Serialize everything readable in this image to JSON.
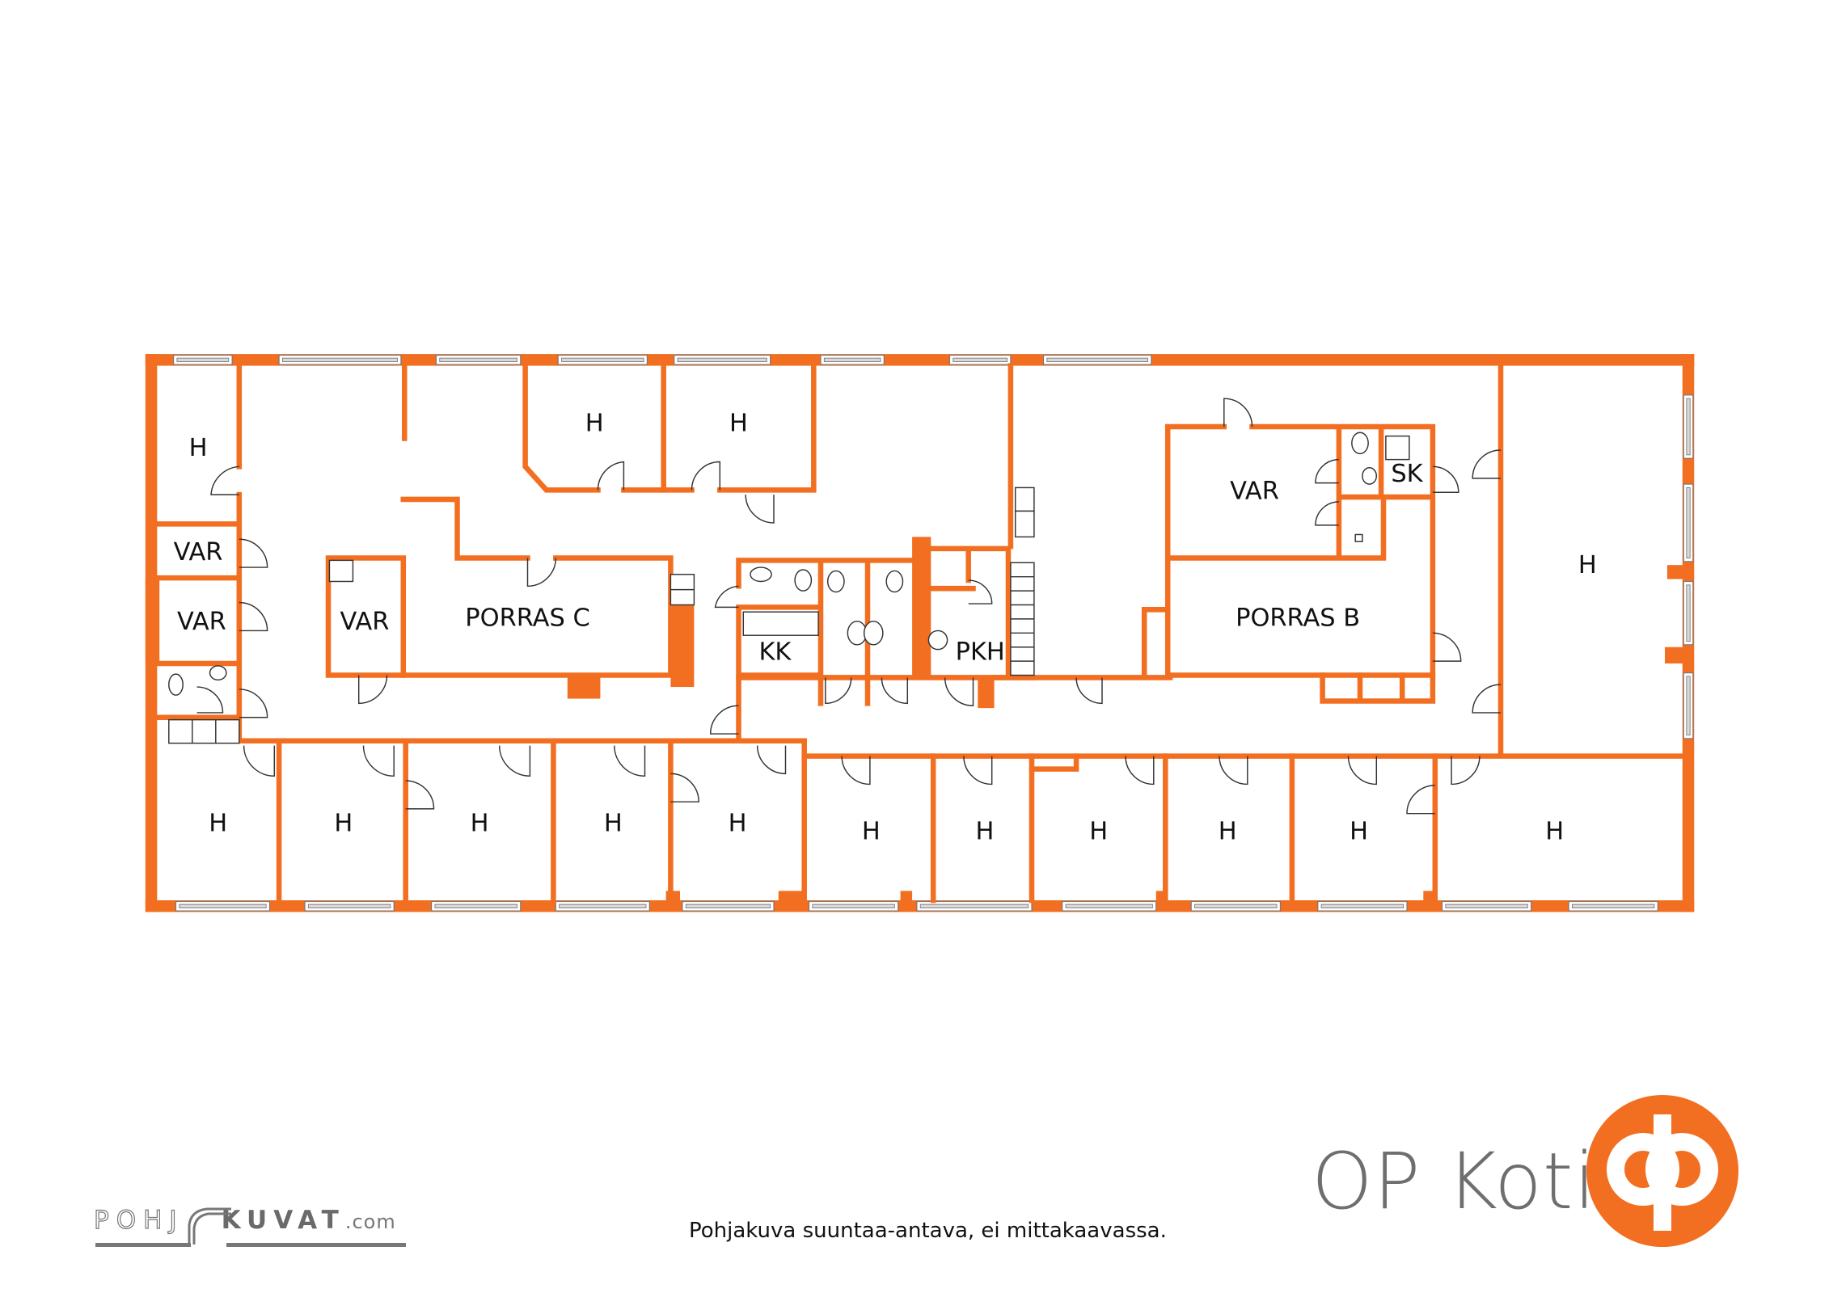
{
  "floorplan": {
    "rooms": [
      {
        "id": "h-nw",
        "label": "H"
      },
      {
        "id": "var-1",
        "label": "VAR"
      },
      {
        "id": "var-2",
        "label": "VAR"
      },
      {
        "id": "var-3",
        "label": "VAR"
      },
      {
        "id": "porras-c",
        "label": "PORRAS C"
      },
      {
        "id": "h-top-1",
        "label": "H"
      },
      {
        "id": "h-top-2",
        "label": "H"
      },
      {
        "id": "kk",
        "label": "KK"
      },
      {
        "id": "pkh",
        "label": "PKH"
      },
      {
        "id": "var-4",
        "label": "VAR"
      },
      {
        "id": "sk",
        "label": "SK"
      },
      {
        "id": "porras-b",
        "label": "PORRAS B"
      },
      {
        "id": "h-east",
        "label": "H"
      },
      {
        "id": "h-b1",
        "label": "H"
      },
      {
        "id": "h-b2",
        "label": "H"
      },
      {
        "id": "h-b3",
        "label": "H"
      },
      {
        "id": "h-b4",
        "label": "H"
      },
      {
        "id": "h-b5",
        "label": "H"
      },
      {
        "id": "h-b6",
        "label": "H"
      },
      {
        "id": "h-b7",
        "label": "H"
      },
      {
        "id": "h-b8",
        "label": "H"
      },
      {
        "id": "h-b9",
        "label": "H"
      },
      {
        "id": "h-b10",
        "label": "H"
      },
      {
        "id": "h-b11",
        "label": "H"
      }
    ],
    "wall_color": "#f26f21"
  },
  "footer": {
    "brand_text": "OP Koti",
    "brand_color": "#6e6e6e",
    "logo_color": "#f26f21",
    "caption": "Pohjakuva suuntaa-antava, ei mittakaavassa.",
    "credit_part1": "POHJ",
    "credit_part2": "KUVAT",
    "credit_part3": ".com"
  }
}
